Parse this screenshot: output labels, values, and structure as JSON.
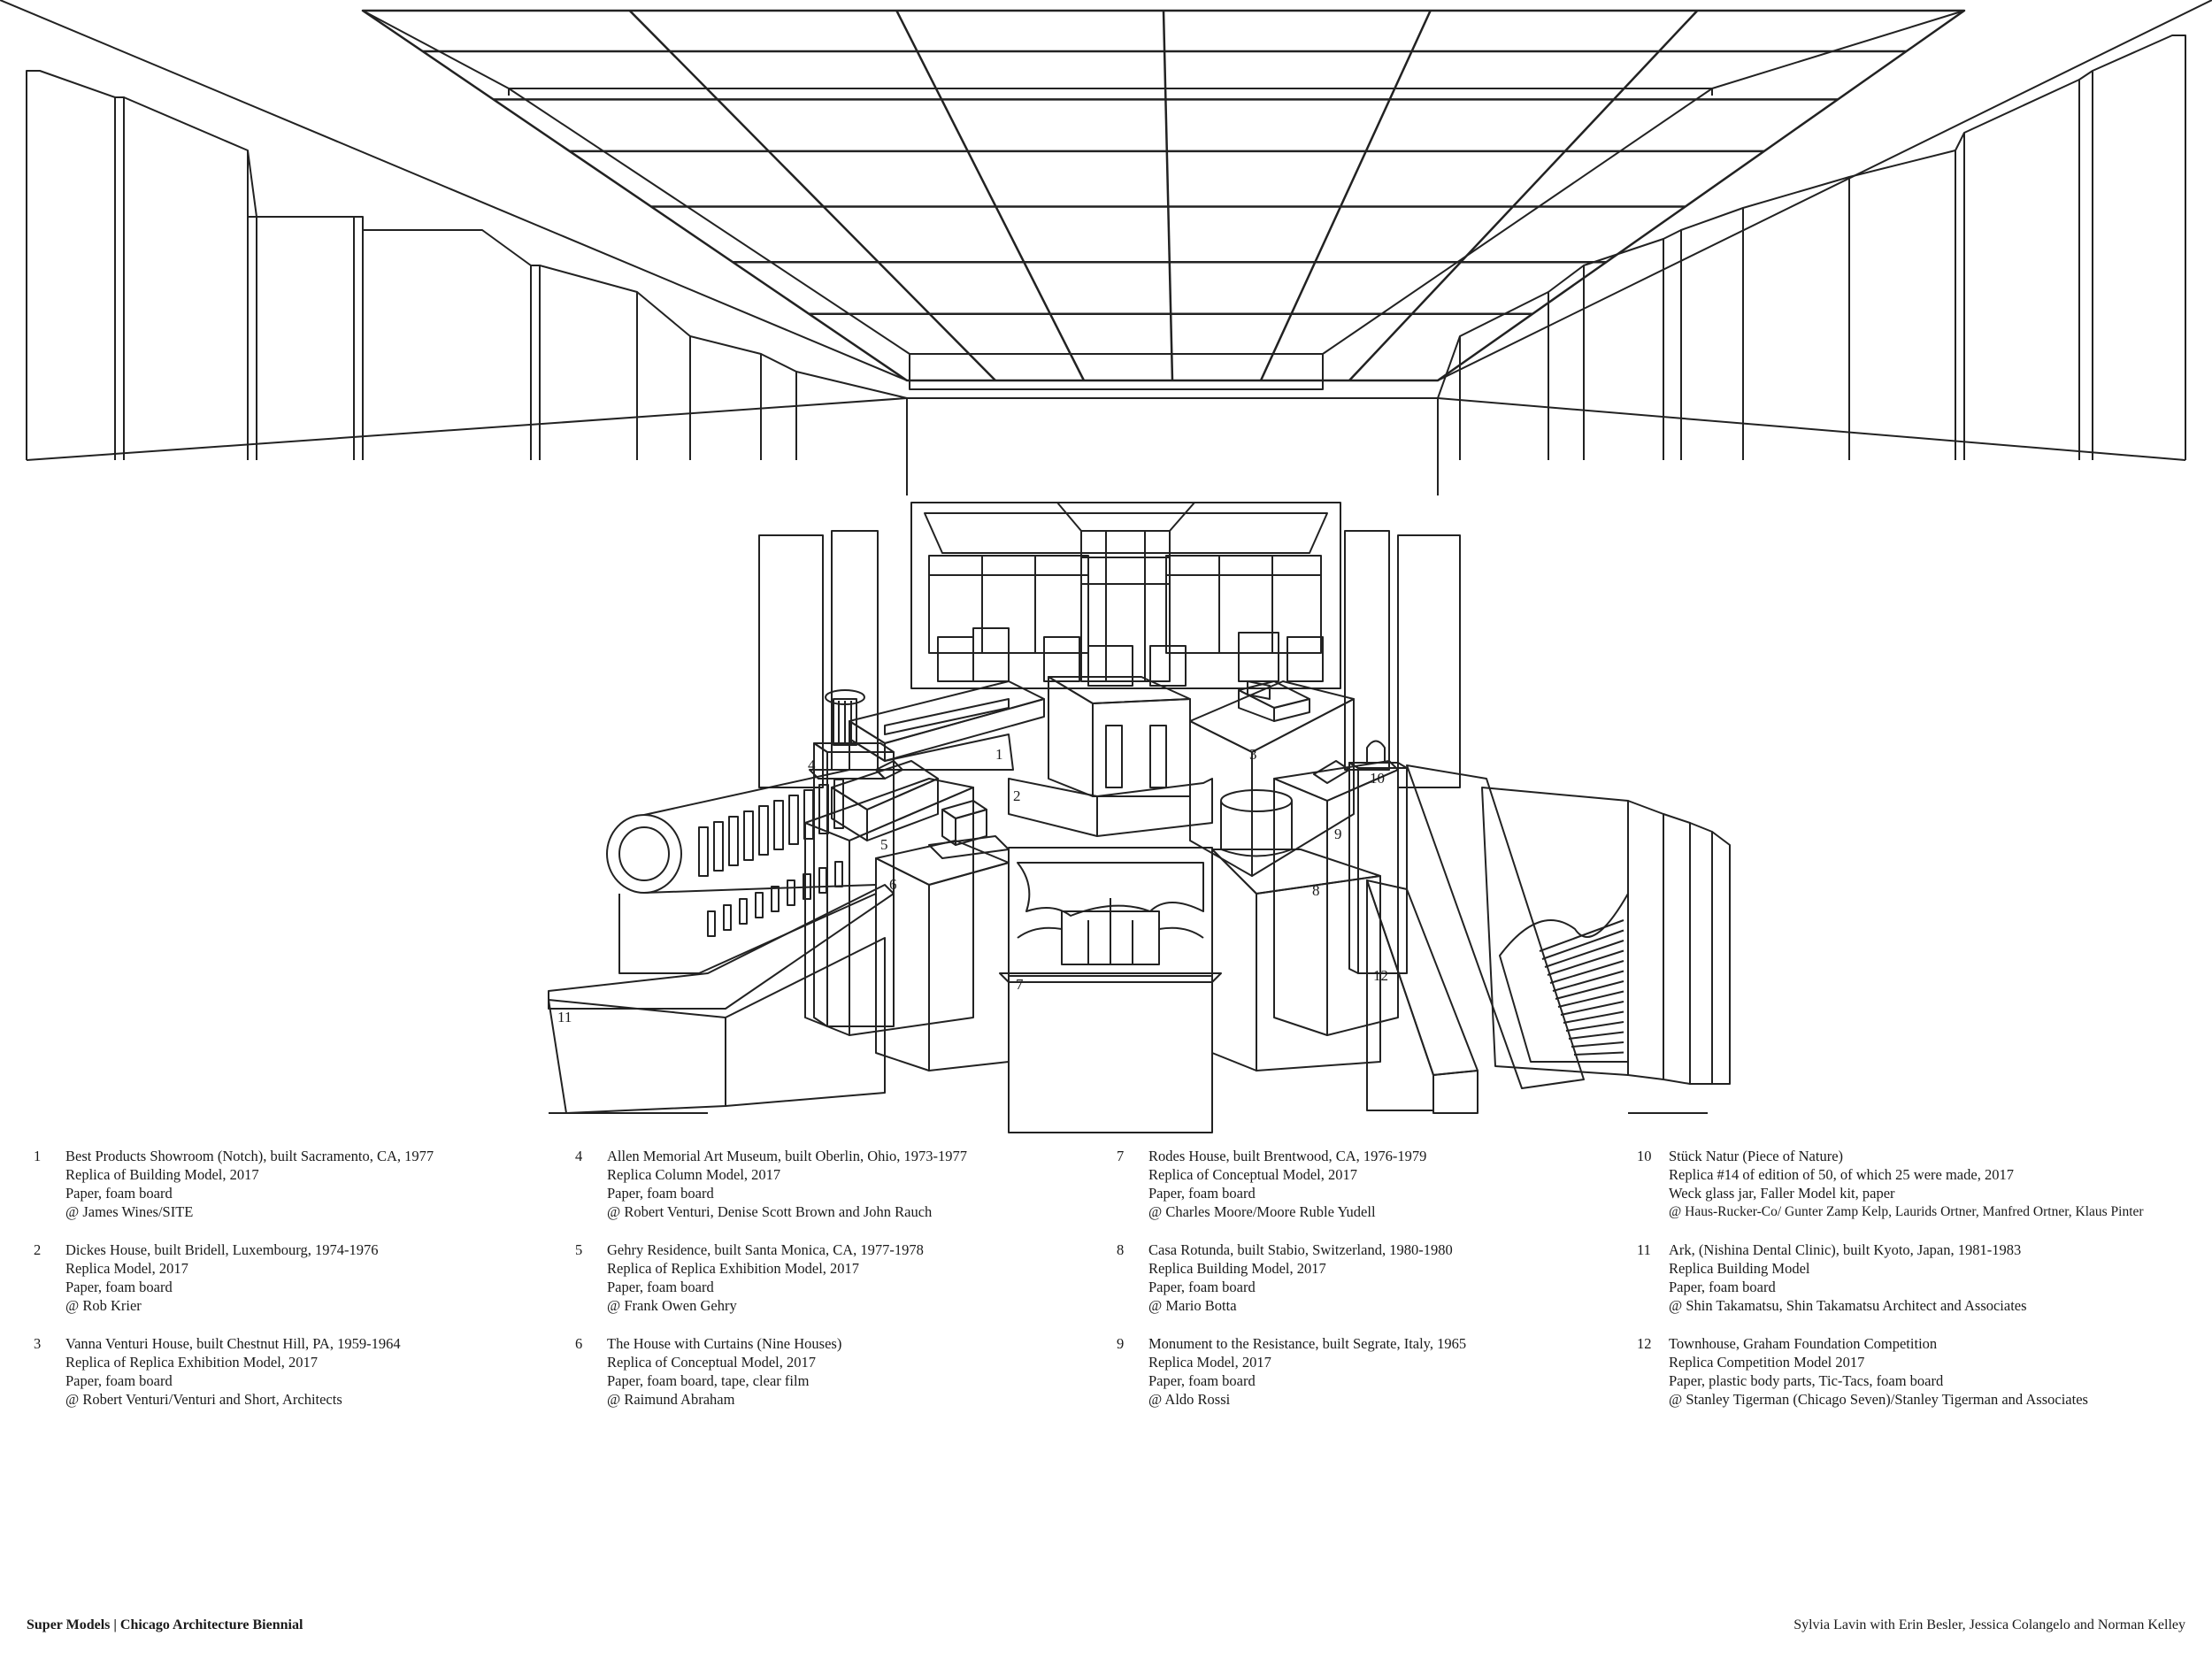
{
  "callouts": [
    "1",
    "2",
    "3",
    "4",
    "5",
    "6",
    "7",
    "8",
    "9",
    "10",
    "11",
    "12"
  ],
  "legend": {
    "columns": [
      [
        {
          "num": "1",
          "lines": [
            "Best Products Showroom (Notch), built Sacramento, CA, 1977",
            "Replica of Building Model, 2017",
            "Paper, foam board",
            "@ James Wines/SITE"
          ]
        },
        {
          "num": "2",
          "lines": [
            "Dickes House, built Bridell, Luxembourg, 1974-1976",
            "Replica Model, 2017",
            "Paper, foam board",
            "@ Rob Krier"
          ]
        },
        {
          "num": "3",
          "lines": [
            "Vanna Venturi House, built Chestnut Hill, PA, 1959-1964",
            "Replica of Replica Exhibition Model, 2017",
            "Paper, foam board",
            "@ Robert Venturi/Venturi and Short, Architects"
          ]
        }
      ],
      [
        {
          "num": "4",
          "lines": [
            "Allen Memorial Art Museum, built Oberlin, Ohio, 1973-1977",
            "Replica Column Model, 2017",
            "Paper, foam board",
            "@ Robert Venturi, Denise Scott Brown and John Rauch"
          ]
        },
        {
          "num": "5",
          "lines": [
            "Gehry Residence, built Santa Monica, CA, 1977-1978",
            "Replica of Replica Exhibition Model, 2017",
            "Paper, foam board",
            "@ Frank Owen Gehry"
          ]
        },
        {
          "num": "6",
          "lines": [
            "The House with Curtains (Nine Houses)",
            "Replica of Conceptual Model, 2017",
            "Paper, foam board, tape, clear film",
            "@ Raimund Abraham"
          ]
        }
      ],
      [
        {
          "num": "7",
          "lines": [
            "Rodes House, built Brentwood, CA, 1976-1979",
            "Replica of Conceptual Model, 2017",
            "Paper, foam board",
            "@ Charles Moore/Moore Ruble Yudell"
          ]
        },
        {
          "num": "8",
          "lines": [
            "Casa Rotunda, built Stabio, Switzerland, 1980-1980",
            "Replica Building Model, 2017",
            "Paper, foam board",
            "@ Mario Botta"
          ]
        },
        {
          "num": "9",
          "lines": [
            "Monument to the Resistance, built Segrate, Italy, 1965",
            "Replica Model, 2017",
            "Paper, foam board",
            "@ Aldo Rossi"
          ]
        }
      ],
      [
        {
          "num": "10",
          "lines": [
            "Stück Natur (Piece of Nature)",
            "Replica #14 of edition of 50, of which 25 were made, 2017",
            "Weck glass jar, Faller Model kit, paper",
            "@ Haus-Rucker-Co/ Gunter Zamp Kelp, Laurids Ortner, Manfred Ortner, Klaus Pinter"
          ]
        },
        {
          "num": "11",
          "lines": [
            "Ark, (Nishina Dental Clinic), built Kyoto, Japan, 1981-1983",
            "Replica Building Model",
            "Paper, foam board",
            "@ Shin Takamatsu, Shin Takamatsu Architect and Associates"
          ]
        },
        {
          "num": "12",
          "lines": [
            "Townhouse, Graham Foundation Competition",
            "Replica Competition Model 2017",
            "Paper, plastic body parts, Tic-Tacs, foam board",
            "@ Stanley Tigerman (Chicago Seven)/Stanley Tigerman and Associates"
          ]
        }
      ]
    ]
  },
  "footer": {
    "left": "Super Models | Chicago Architecture Biennial",
    "right": "Sylvia Lavin with Erin Besler, Jessica Colangelo and Norman Kelley"
  }
}
